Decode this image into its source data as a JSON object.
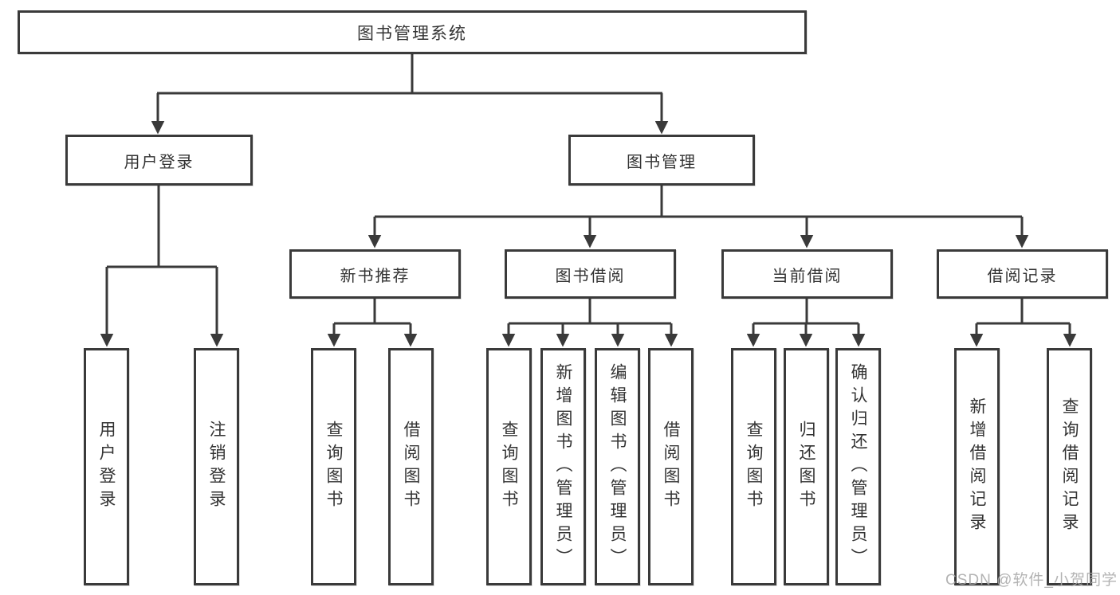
{
  "colors": {
    "line": "#3a3a3a",
    "border": "#3a3a3a",
    "text": "#333333",
    "box_background": "#ffffff",
    "page_background": "#ffffff",
    "watermark": "#a8a8a8"
  },
  "root": {
    "label": "图书管理系统"
  },
  "branches": [
    {
      "label": "用户登录",
      "leaves": [
        {
          "label": "用户登录"
        },
        {
          "label": "注销登录"
        }
      ]
    },
    {
      "label": "图书管理"
    }
  ],
  "modules": [
    {
      "label": "新书推荐",
      "leaves": [
        {
          "label": "查询图书"
        },
        {
          "label": "借阅图书"
        }
      ]
    },
    {
      "label": "图书借阅",
      "leaves": [
        {
          "label": "查询图书"
        },
        {
          "label": "新增图书（管理员）"
        },
        {
          "label": "编辑图书（管理员）"
        },
        {
          "label": "借阅图书"
        }
      ]
    },
    {
      "label": "当前借阅",
      "leaves": [
        {
          "label": "查询图书"
        },
        {
          "label": "归还图书"
        },
        {
          "label": "确认归还（管理员）"
        }
      ]
    },
    {
      "label": "借阅记录",
      "leaves": [
        {
          "label": "新增借阅记录"
        },
        {
          "label": "查询借阅记录"
        }
      ]
    }
  ],
  "watermark": {
    "text": "CSDN @软件_小贺同学"
  }
}
